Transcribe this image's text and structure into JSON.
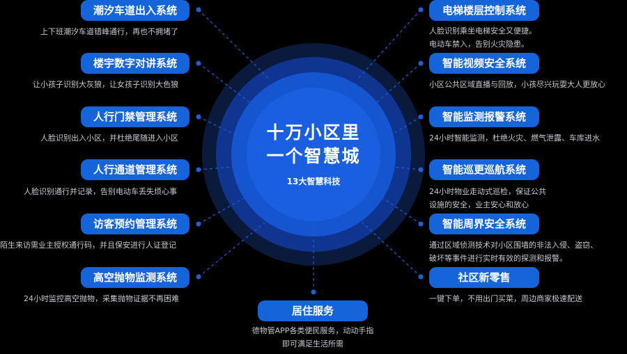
{
  "center": {
    "title_line1": "十万小区里",
    "title_line2": "一个智慧城",
    "subtitle": "13大智慧科技"
  },
  "left_items": [
    {
      "label": "潮汐车道出入系统",
      "desc": "上下班潮汐车道错峰通行，再也不拥堵了"
    },
    {
      "label": "楼宇数字对讲系统",
      "desc": "让小孩子识别大灰狼，让女孩子识别大色狼"
    },
    {
      "label": "人行门禁管理系统",
      "desc": "人脸识别出入小区，并杜绝尾随进入小区"
    },
    {
      "label": "人行通道管理系统",
      "desc": "人脸识别通行并记录，告别电动车丢失烦心事"
    },
    {
      "label": "访客预约管理系统",
      "desc": "陌生来访需业主授权通行码，并且保安进行人证登记"
    },
    {
      "label": "高空抛物监测系统",
      "desc": "24小时监控高空抛物，采集抛物证据不再困难"
    }
  ],
  "right_items": [
    {
      "label": "电梯楼层控制系统",
      "desc_line1": "人脸识别乘坐电梯安全又便捷。",
      "desc_line2": "电动车禁入，告别火灾隐患。"
    },
    {
      "label": "智能视频安全系统",
      "desc_line1": "小区公共区域直播与回放，小孩尽兴玩耍大人更放心",
      "desc_line2": ""
    },
    {
      "label": "智能监测报警系统",
      "desc_line1": "24小时智能监测，杜绝火灾、燃气泄露、车库进水",
      "desc_line2": ""
    },
    {
      "label": "智能巡更巡航系统",
      "desc_line1": "24小时物业走动式巡检，保证公共",
      "desc_line2": "设施的安全，业主安心和放心"
    },
    {
      "label": "智能周界安全系统",
      "desc_line1": "通过区域侦测技术对小区围墙的非法入侵、盗窃、",
      "desc_line2": "破坏等事件进行实时有效的探测和报警。"
    },
    {
      "label": "社区新零售",
      "desc_line1": "一键下单，不用出门买菜，周边商家极速配送",
      "desc_line2": ""
    }
  ],
  "bottom_item": {
    "label": "居住服务",
    "desc_line1": "德物管APP各类便民服务，动动手指",
    "desc_line2": "即可满足生活所需"
  },
  "colors": {
    "background": "#000000",
    "pill": "#1664d9",
    "connector": "#1e5fd6",
    "ring_outer": "#0a1a3d",
    "ring_mid": "#0f3590",
    "ring_inner": "#1655d0",
    "core": "#1a5fe0"
  }
}
